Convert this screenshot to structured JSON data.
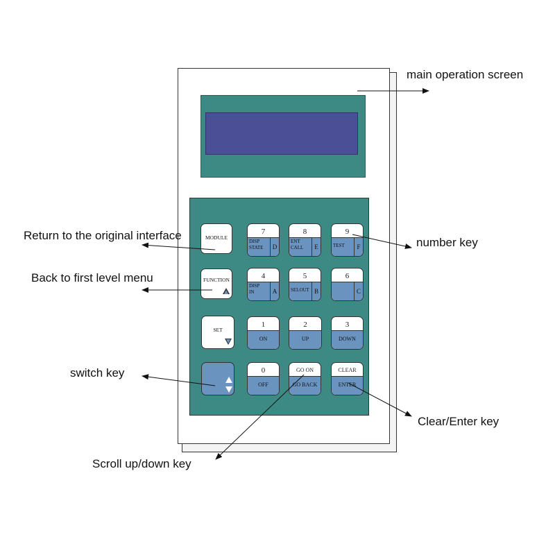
{
  "annotations": {
    "main_screen": "main operation screen",
    "return": "Return to the original interface",
    "first_level": "Back to first level menu",
    "number_key": "number key",
    "switch_key": "switch key",
    "clear_enter": "Clear/Enter key",
    "scroll": "Scroll up/down key"
  },
  "function_keys": {
    "module": "MODULE",
    "function": "FUNCTION",
    "set": "SET"
  },
  "keys": {
    "k7": {
      "num": "7",
      "sub1": "DISP",
      "sub2": "STATE",
      "letter": "D"
    },
    "k8": {
      "num": "8",
      "sub1": "ENT",
      "sub2": "CALL",
      "letter": "E"
    },
    "k9": {
      "num": "9",
      "sub1": "TEST",
      "letter": "F"
    },
    "k4": {
      "num": "4",
      "sub1": "DISP",
      "sub2": "IN",
      "letter": "A"
    },
    "k5": {
      "num": "5",
      "sub1": "SELOUT",
      "letter": "B"
    },
    "k6": {
      "num": "6",
      "letter": "C"
    },
    "k1": {
      "num": "1",
      "bottom": "ON"
    },
    "k2": {
      "num": "2",
      "bottom": "UP"
    },
    "k3": {
      "num": "3",
      "bottom": "DOWN"
    },
    "k0": {
      "num": "0",
      "bottom": "OFF"
    },
    "goon": {
      "top": "GO ON",
      "bottom": "GO BACK"
    },
    "clear": {
      "top": "CLEAR",
      "bottom": "ENTER"
    }
  },
  "colors": {
    "panel": "#3d8a84",
    "lcd": "#4a4f96",
    "key_blue": "#6a93c0"
  }
}
